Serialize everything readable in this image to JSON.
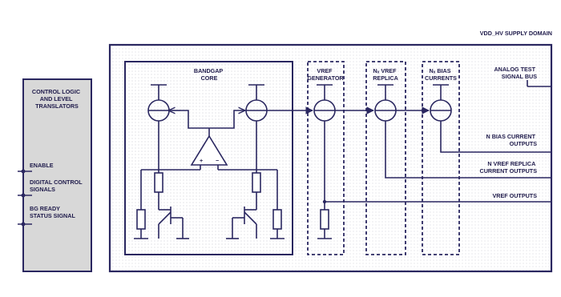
{
  "supply_domain": {
    "title": "VDD_HV SUPPLY DOMAIN"
  },
  "control_block": {
    "title_lines": [
      "CONTROL LOGIC",
      "AND LEVEL",
      "TRANSLATORS"
    ],
    "signals": {
      "enable": [
        "ENABLE"
      ],
      "digital_control": [
        "DIGITAL CONTROL",
        "SIGNALS"
      ],
      "bg_ready": [
        "BG READY",
        "STATUS SIGNAL"
      ]
    }
  },
  "bandgap_core": {
    "title_lines": [
      "BANDGAP",
      "CORE"
    ],
    "opamp_plus": "+",
    "opamp_minus": "−"
  },
  "vref_generator": {
    "title_lines": [
      "VREF",
      "GENERATOR"
    ]
  },
  "vref_replica": {
    "title_lines": [
      "Nₓ VREF",
      "REPLICA"
    ]
  },
  "bias_currents": {
    "title_lines": [
      "Nₓ BIAS",
      "CURRENTS"
    ]
  },
  "outputs": {
    "analog_test": [
      "ANALOG TEST",
      "SIGNAL BUS"
    ],
    "bias_current": [
      "N  BIAS CURRENT",
      "OUTPUTS"
    ],
    "vref_replica": [
      "N  VREF REPLICA",
      "CURRENT OUTPUTS"
    ],
    "vref": [
      "VREF OUTPUTS"
    ]
  },
  "colors": {
    "line": "#2a2760",
    "control_fill": "#d8d8d8",
    "dot_pattern": "#c9c9d4"
  }
}
